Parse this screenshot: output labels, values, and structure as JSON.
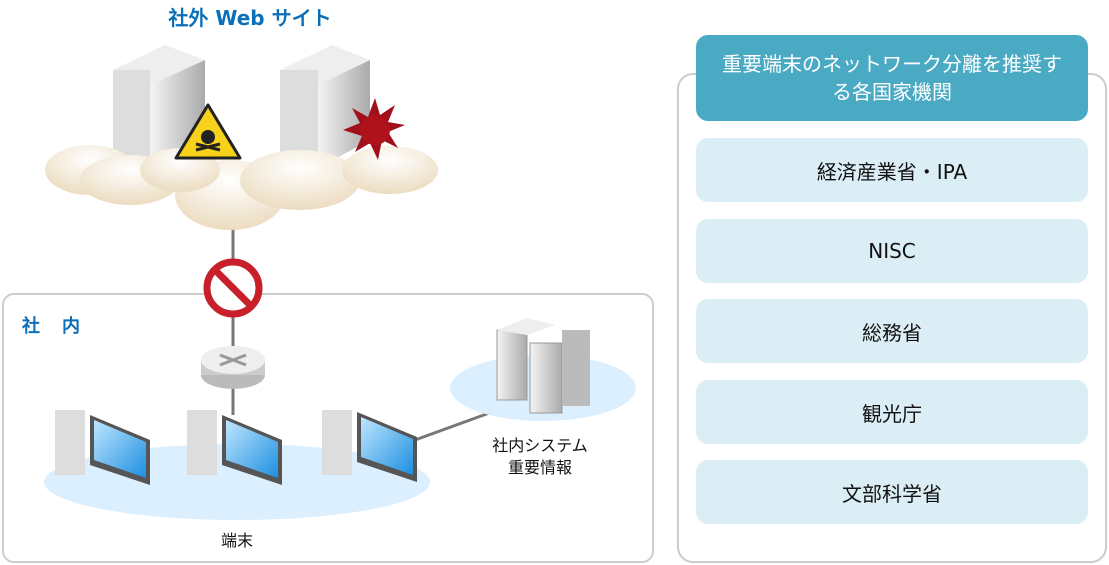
{
  "external": {
    "title": "社外 Web サイト"
  },
  "internal": {
    "label": "社　内",
    "terminals_label": "端末",
    "system_label_1": "社内システム",
    "system_label_2": "重要情報"
  },
  "panel": {
    "header": "重要端末のネットワーク分離を推奨する各国家機関",
    "agencies": [
      {
        "label": "経済産業省・IPA"
      },
      {
        "label": "NISC"
      },
      {
        "label": "総務省"
      },
      {
        "label": "観光庁"
      },
      {
        "label": "文部科学省"
      }
    ]
  },
  "colors": {
    "accent": "#0a6fb8",
    "header_bg": "#4aaac4",
    "item_bg": "#dbeef5",
    "block": "#c8202a"
  }
}
